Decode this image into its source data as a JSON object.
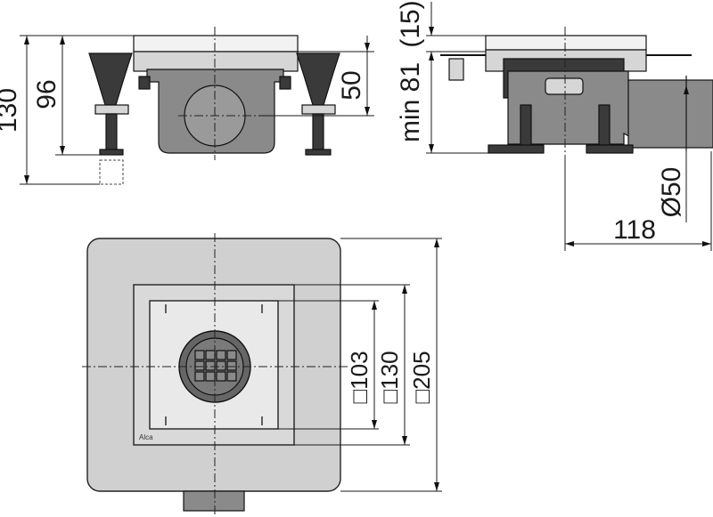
{
  "front_view": {
    "dim_overall_height": "130",
    "dim_body_height": "96",
    "dim_pipe_height": "50"
  },
  "side_view": {
    "dim_grate_thickness": "(15)",
    "dim_min_height": "min 81",
    "dim_outlet_diameter": "Ø50",
    "dim_outlet_length": "118"
  },
  "top_view": {
    "dim_grate": "□103",
    "dim_frame": "□130",
    "dim_flange": "□205",
    "brand_label": "Alca"
  }
}
